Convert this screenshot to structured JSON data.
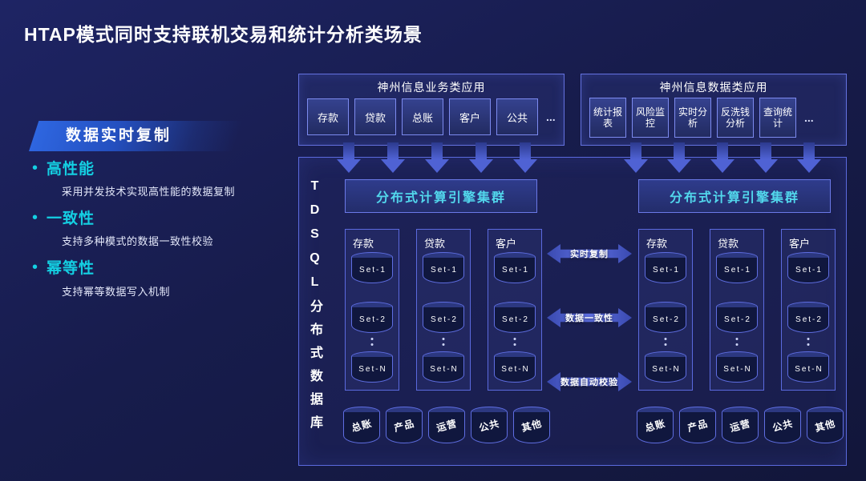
{
  "title": "HTAP模式同时支持联机交易和统计分析类场景",
  "left_panel": {
    "banner": "数据实时复制",
    "bullet": "•",
    "features": [
      {
        "name": "高性能",
        "desc": "采用并发技术实现高性能的数据复制"
      },
      {
        "name": "一致性",
        "desc": "支持多种模式的数据一致性校验"
      },
      {
        "name": "幂等性",
        "desc": "支持幂等数据写入机制"
      }
    ]
  },
  "apps": {
    "business": {
      "title": "神州信息业务类应用",
      "items": [
        "存款",
        "贷款",
        "总账",
        "客户",
        "公共"
      ],
      "more": "..."
    },
    "data": {
      "title": "神州信息数据类应用",
      "items": [
        "统计报表",
        "风险监控",
        "实时分析",
        "反洗钱分析",
        "查询统计"
      ],
      "more": "..."
    }
  },
  "database": {
    "vertical_label": "TDSQL分布式数据库",
    "cluster_left": "分布式计算引擎集群",
    "cluster_right": "分布式计算引擎集群",
    "groups_left": [
      "存款",
      "贷款",
      "客户"
    ],
    "groups_right": [
      "存款",
      "贷款",
      "客户"
    ],
    "set_labels": [
      "Set-1",
      "Set-2",
      "Set-N"
    ],
    "middle_links": [
      "实时复制",
      "数据一致性",
      "数据自动校验"
    ],
    "bottom_left": [
      "总账",
      "产品",
      "运营",
      "公共",
      "其他"
    ],
    "bottom_right": [
      "总账",
      "产品",
      "运营",
      "公共",
      "其他"
    ]
  },
  "icons": {
    "down_arrow": "down-arrow",
    "double_arrow": "horizontal-double-arrow",
    "vertical_ellipsis": "vertical-dots"
  },
  "colors": {
    "background": "#171c4c",
    "accent_cyan": "#14cfe2",
    "border_blue": "#5b6ade",
    "banner_blue": "#2e66e0",
    "arrow_blue": "#4f62d4",
    "cluster_text": "#52d7ec"
  }
}
